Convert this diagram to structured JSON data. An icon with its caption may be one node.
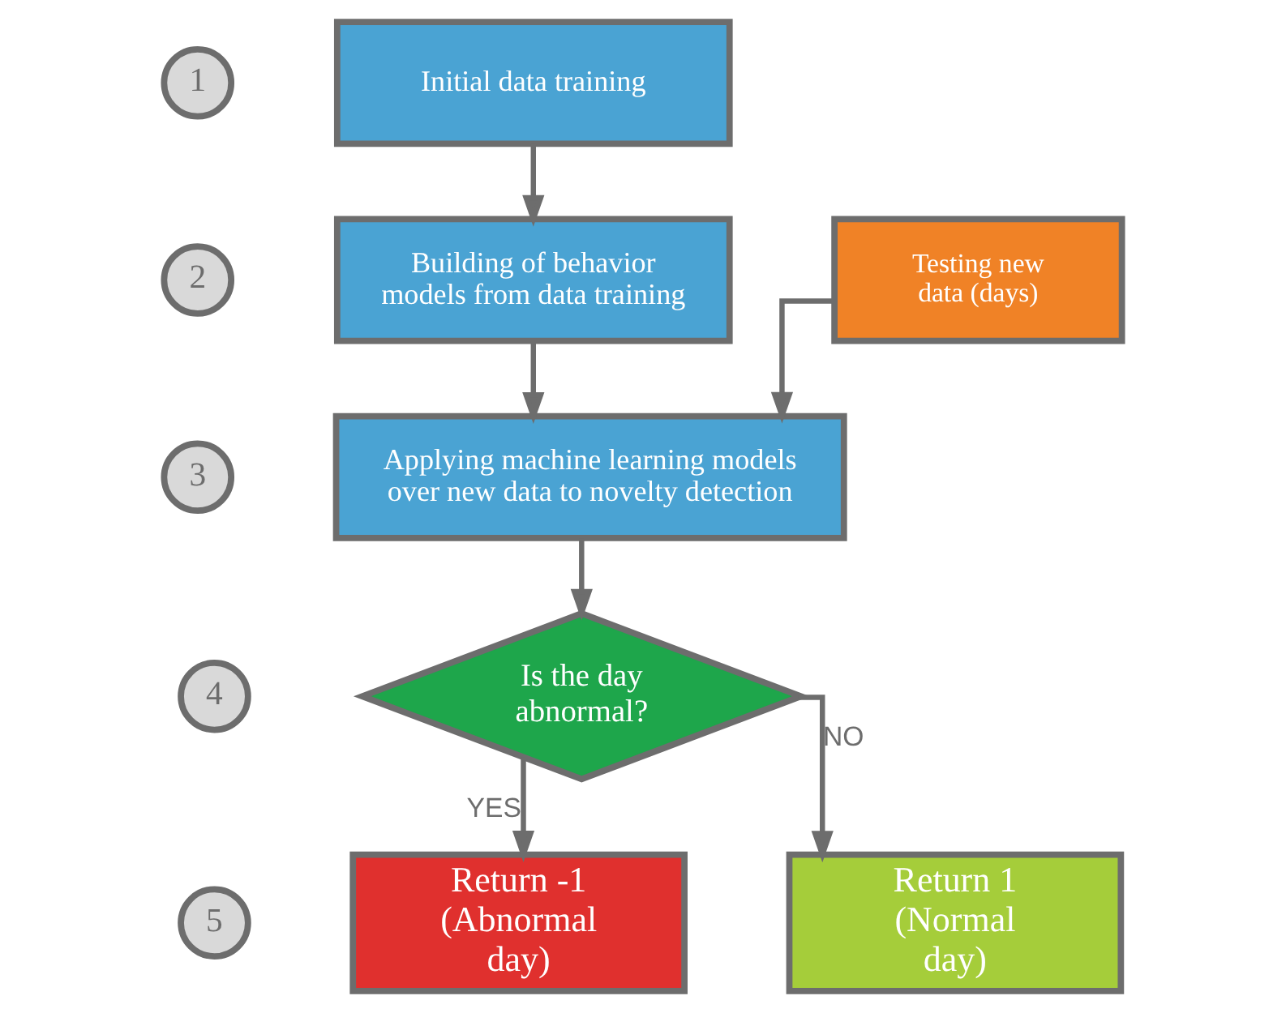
{
  "diagram": {
    "nodes": [
      {
        "text": [
          "1"
        ]
      },
      {
        "text": [
          "Initial data training"
        ]
      },
      {
        "text": [
          "2"
        ]
      },
      {
        "text": [
          "Building of behavior models from data training"
        ]
      },
      {
        "text": [
          "Testing new data (days)"
        ]
      },
      {
        "text": [
          "3"
        ]
      },
      {
        "text": [
          "Applying machine learning models over new data to novelty detection"
        ]
      },
      {
        "text": [
          "4"
        ]
      },
      {
        "text": [
          "Is the day abnormal?"
        ]
      },
      {
        "text": [
          "5"
        ]
      },
      {
        "text": [
          "Return -1 (Abnormal day)"
        ]
      },
      {
        "text": [
          "Return 1 (Normal day)"
        ]
      }
    ],
    "edges": [
      {
        "from": 1,
        "to": 3,
        "arrow": "to"
      },
      {
        "from": 3,
        "to": 6,
        "arrow": "to"
      },
      {
        "from": 4,
        "to": 6,
        "arrow": "to"
      },
      {
        "from": 6,
        "to": 8,
        "arrow": "to"
      },
      {
        "from": 8,
        "to": 10,
        "arrow": "to",
        "label": "YES"
      },
      {
        "from": 8,
        "to": 11,
        "arrow": "to",
        "label": "NO"
      }
    ]
  }
}
